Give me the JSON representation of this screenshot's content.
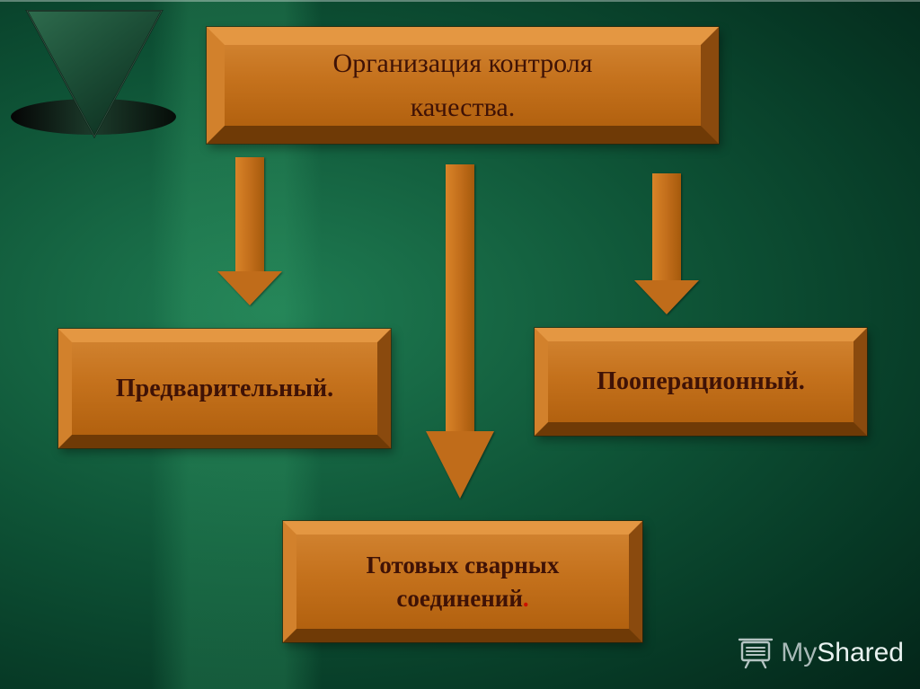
{
  "slide": {
    "title": {
      "line1": "Организация контроля",
      "line2": "качества."
    },
    "nodes": {
      "left": {
        "label": "Предварительный."
      },
      "right": {
        "label": "Пооперационный."
      },
      "bottom": {
        "line1": "Готовых сварных",
        "line2": "соединений",
        "period": "."
      }
    },
    "diagram": {
      "root": "Организация контроля качества.",
      "children": [
        "Предварительный.",
        "Пооперационный.",
        "Готовых сварных соединений."
      ]
    },
    "watermark": {
      "my": "My",
      "shared": "Shared"
    },
    "colors": {
      "background_center": "#1f7c52",
      "background_edge": "#021710",
      "box_fill": "#c4711c",
      "box_bevel_light": "#e49742",
      "box_bevel_dark": "#6f3a06",
      "arrow": "#c06c1a",
      "box_text": "#3f1206",
      "red_accent": "#cc1100",
      "watermark_gray": "#a9bab8",
      "watermark_white": "#e9f2f0"
    }
  }
}
